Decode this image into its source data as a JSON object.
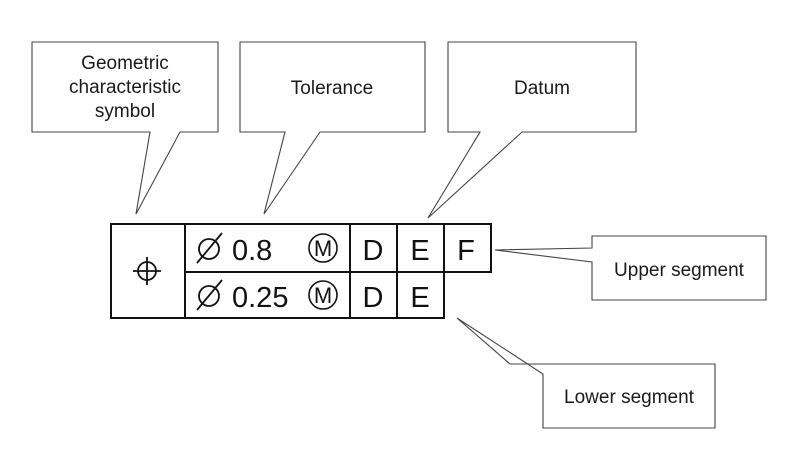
{
  "callouts": {
    "geometric_symbol": [
      "Geometric",
      "characteristic",
      "symbol"
    ],
    "tolerance": "Tolerance",
    "datum": "Datum",
    "upper_segment": "Upper segment",
    "lower_segment": "Lower segment"
  },
  "frame": {
    "symbol_icon": "position-icon",
    "upper_row": {
      "diameter_icon": "diameter-icon",
      "tolerance_value": "0.8",
      "modifier": "M",
      "datums": [
        "D",
        "E",
        "F"
      ]
    },
    "lower_row": {
      "diameter_icon": "diameter-icon",
      "tolerance_value": "0.25",
      "modifier": "M",
      "datums": [
        "D",
        "E"
      ]
    }
  }
}
